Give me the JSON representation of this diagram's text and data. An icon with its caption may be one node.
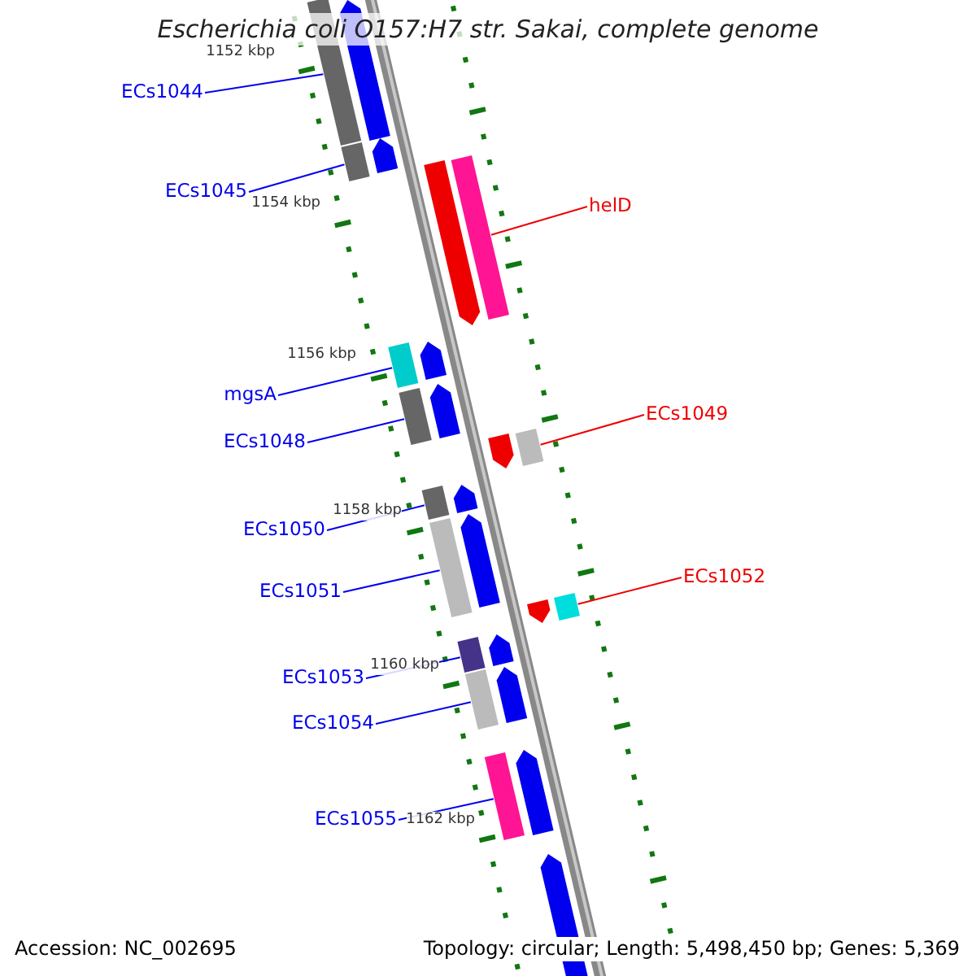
{
  "diagram": {
    "title": "Escherichia coli O157:H7 str. Sakai, complete genome",
    "nodes": [
      {
        "text": [
          "ECs1044"
        ]
      },
      {
        "text": [],
        "shape": "bar"
      },
      {
        "text": [
          "ECs1045"
        ]
      },
      {
        "text": [],
        "shape": "bar"
      },
      {
        "text": [
          "helD"
        ]
      },
      {
        "text": [],
        "shape": "bar"
      },
      {
        "text": [
          "mgsA"
        ]
      },
      {
        "text": [],
        "shape": "bar"
      },
      {
        "text": [
          "ECs1048"
        ]
      },
      {
        "text": [],
        "shape": "bar"
      },
      {
        "text": [
          "ECs1049"
        ]
      },
      {
        "text": [],
        "shape": "bar"
      },
      {
        "text": [
          "ECs1050"
        ]
      },
      {
        "text": [],
        "shape": "bar"
      },
      {
        "text": [
          "ECs1051"
        ]
      },
      {
        "text": [],
        "shape": "bar"
      },
      {
        "text": [
          "ECs1052"
        ]
      },
      {
        "text": [],
        "shape": "bar"
      },
      {
        "text": [
          "ECs1053"
        ]
      },
      {
        "text": [],
        "shape": "bar"
      },
      {
        "text": [
          "ECs1054"
        ]
      },
      {
        "text": [],
        "shape": "bar"
      },
      {
        "text": [
          "ECs1055"
        ]
      },
      {
        "text": [],
        "shape": "bar"
      },
      {
        "text": [],
        "shape": "arrow"
      },
      {
        "text": [],
        "shape": "arrow"
      },
      {
        "text": [],
        "shape": "arrow"
      },
      {
        "text": [],
        "shape": "arrow"
      },
      {
        "text": [],
        "shape": "arrow"
      },
      {
        "text": [],
        "shape": "arrow"
      },
      {
        "text": [],
        "shape": "arrow"
      },
      {
        "text": [],
        "shape": "arrow"
      },
      {
        "text": [],
        "shape": "arrow"
      },
      {
        "text": [],
        "shape": "arrow"
      },
      {
        "text": [],
        "shape": "arrow"
      },
      {
        "text": [],
        "shape": "arrow"
      },
      {
        "text": [],
        "shape": "arrow"
      }
    ],
    "edges": [
      {
        "from": 0,
        "to": 1,
        "arrow": "none"
      },
      {
        "from": 2,
        "to": 3,
        "arrow": "none"
      },
      {
        "from": 4,
        "to": 5,
        "arrow": "none",
        "color": "#ee0000"
      },
      {
        "from": 6,
        "to": 7,
        "arrow": "none"
      },
      {
        "from": 8,
        "to": 9,
        "arrow": "none"
      },
      {
        "from": 10,
        "to": 11,
        "arrow": "none",
        "color": "#ee0000"
      },
      {
        "from": 12,
        "to": 13,
        "arrow": "none"
      },
      {
        "from": 14,
        "to": 15,
        "arrow": "none"
      },
      {
        "from": 16,
        "to": 17,
        "arrow": "none",
        "color": "#ee0000"
      },
      {
        "from": 18,
        "to": 19,
        "arrow": "none"
      },
      {
        "from": 20,
        "to": 21,
        "arrow": "none"
      },
      {
        "from": 22,
        "to": 23,
        "arrow": "none"
      }
    ],
    "labels": [
      "1152 kbp",
      "1154 kbp",
      "1156 kbp",
      "1158 kbp",
      "1160 kbp",
      "1162 kbp",
      "Accession: NC_002695",
      "Topology: circular; Length: 5,498,450 bp; Genes: 5,369"
    ]
  }
}
